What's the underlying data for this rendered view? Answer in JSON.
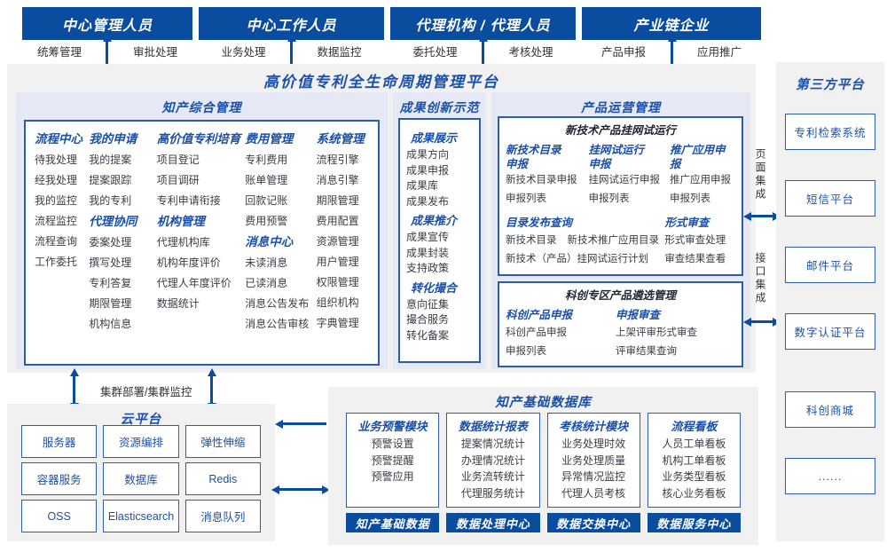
{
  "colors": {
    "primary": "#0a4c9e",
    "accent_text": "#1b50a8",
    "box_border": "#2e5ca9",
    "panel_bg": "#f1f1f2",
    "section_bg": "#e5e8f5",
    "item_text": "#3a3d46"
  },
  "actors": [
    {
      "name": "中心管理人员",
      "roles": [
        "统筹管理",
        "审批处理"
      ]
    },
    {
      "name": "中心工作人员",
      "roles": [
        "业务处理",
        "数据监控"
      ]
    },
    {
      "name": "代理机构 / 代理人员",
      "roles": [
        "委托处理",
        "考核处理"
      ]
    },
    {
      "name": "产业链企业",
      "roles": [
        "产品申报",
        "应用推广"
      ]
    }
  ],
  "platform": {
    "title": "高价值专利全生命周期管理平台",
    "ip_management": {
      "title": "知产综合管理",
      "columns": [
        {
          "title": "流程中心",
          "items": [
            "待我处理",
            "经我处理",
            "我的监控",
            "流程监控",
            "流程查询",
            "工作委托"
          ]
        },
        {
          "title": "我的申请",
          "items": [
            "我的提案",
            "提案跟踪",
            "我的专利"
          ],
          "sub": {
            "title": "代理协同",
            "items": [
              "委案处理",
              "撰写处理",
              "专利答复",
              "期限管理",
              "机构信息"
            ]
          }
        },
        {
          "title": "高价值专利培育",
          "items": [
            "项目登记",
            "项目调研",
            "专利申请衔接"
          ],
          "sub": {
            "title": "机构管理",
            "items": [
              "代理机构库",
              "机构年度评价",
              "代理人年度评价",
              "数据统计"
            ]
          }
        },
        {
          "title": "费用管理",
          "items": [
            "专利费用",
            "账单管理",
            "回款记账",
            "费用预警"
          ],
          "sub": {
            "title": "消息中心",
            "items": [
              "未读消息",
              "已读消息",
              "消息公告发布",
              "消息公告审核"
            ]
          }
        },
        {
          "title": "系统管理",
          "items": [
            "流程引擎",
            "消息引擎",
            "期限管理",
            "费用配置",
            "资源管理",
            "用户管理",
            "权限管理",
            "组织机构",
            "字典管理"
          ]
        }
      ]
    },
    "achievements": {
      "title": "成果创新示范",
      "groups": [
        {
          "title": "成果展示",
          "items": [
            "成果方向",
            "成果申报",
            "成果库",
            "成果发布"
          ]
        },
        {
          "title": "成果推介",
          "items": [
            "成果宣传",
            "成果封装",
            "支持政策"
          ]
        },
        {
          "title": "转化撮合",
          "items": [
            "意向征集",
            "撮合服务",
            "转化备案"
          ]
        }
      ]
    },
    "product_ops": {
      "title": "产品运营管理",
      "trial": {
        "title": "新技术产品挂网试运行",
        "columns": [
          {
            "title": "新技术目录申报",
            "items": [
              "新技术目录申报",
              "申报列表"
            ]
          },
          {
            "title": "挂网试运行申报",
            "items": [
              "挂网试运行申报",
              "申报列表"
            ]
          },
          {
            "title": "推广应用申报",
            "items": [
              "推广应用申报",
              "申报列表"
            ]
          }
        ],
        "catalog_query": {
          "title": "目录发布查询",
          "row1": [
            "新技术目录",
            "新技术推广应用目录"
          ],
          "row2": "新技术（产品）挂网试运行计划"
        },
        "formal_review": {
          "title": "形式审查",
          "items": [
            "形式审查处理",
            "审查结果查看"
          ]
        }
      },
      "selection": {
        "title": "科创专区产品遴选管理",
        "columns": [
          {
            "title": "科创产品申报",
            "items": [
              "科创产品申报",
              "申报列表"
            ]
          },
          {
            "title": "申报审查",
            "items": [
              "上架评审形式审查",
              "评审结果查询"
            ]
          }
        ]
      }
    }
  },
  "integration": {
    "page": "页面集成",
    "api": "接口集成"
  },
  "third_party": {
    "title": "第三方平台",
    "boxes": [
      "专利检索系统",
      "短信平台",
      "邮件平台",
      "数字认证平台",
      "科创商城",
      "......"
    ]
  },
  "cluster_label": "集群部署/集群监控",
  "cloud": {
    "title": "云平台",
    "boxes": [
      "服务器",
      "资源编排",
      "弹性伸缩",
      "容器服务",
      "数据库",
      "Redis",
      "OSS",
      "Elasticsearch",
      "消息队列"
    ]
  },
  "data_platform": {
    "title": "知产基础数据库",
    "modules": [
      {
        "title": "业务预警模块",
        "items": [
          "预警设置",
          "预警提醒",
          "预警应用"
        ],
        "footer": "知产基础数据"
      },
      {
        "title": "数据统计报表",
        "items": [
          "提案情况统计",
          "办理情况统计",
          "业务流转统计",
          "代理服务统计"
        ],
        "footer": "数据处理中心"
      },
      {
        "title": "考核统计模块",
        "items": [
          "业务处理时效",
          "业务处理质量",
          "异常情况监控",
          "代理人员考核"
        ],
        "footer": "数据交换中心"
      },
      {
        "title": "流程看板",
        "items": [
          "人员工单看板",
          "机构工单看板",
          "业务类型看板",
          "核心业务看板"
        ],
        "footer": "数据服务中心"
      }
    ]
  }
}
